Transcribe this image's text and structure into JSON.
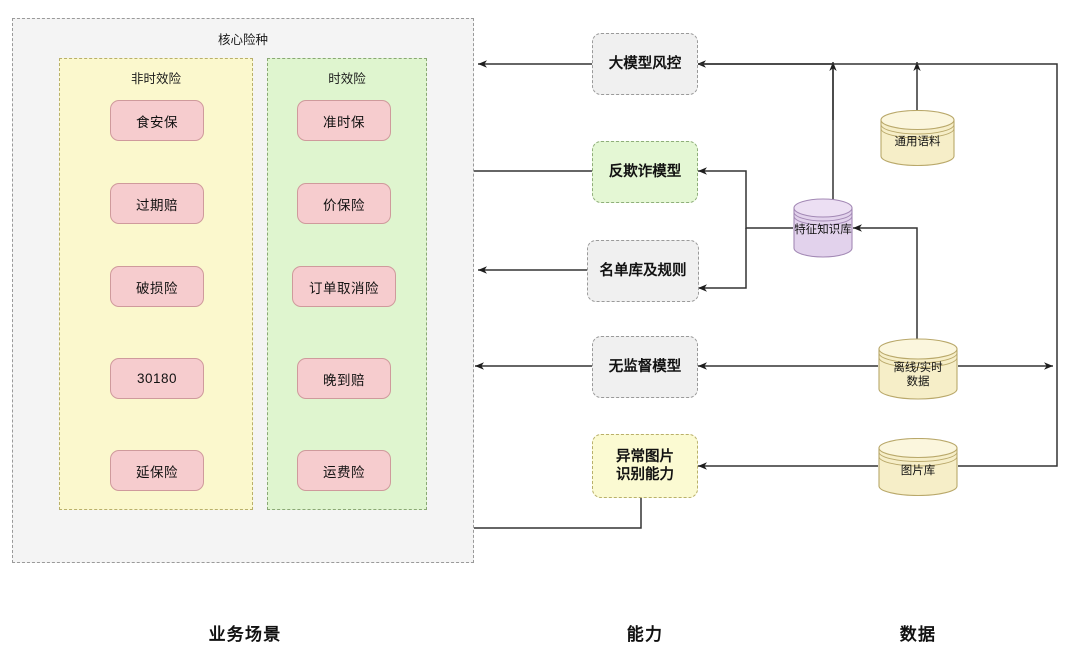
{
  "diagram": {
    "title_visible": false,
    "colors": {
      "chip_fill": "#f6ccce",
      "chip_stroke": "#cf9a9c",
      "group_fill": "#f4f4f4",
      "yellow_fill": "#fbf8cd",
      "green_fill": "#dff5cf",
      "cap_grey": "#f0f0f0",
      "cap_green": "#e4f7d4",
      "cap_yellow": "#fbfad2",
      "cyl_yellow": "#f6eec8",
      "cyl_purple": "#e2d2ec",
      "line": "#333333"
    }
  },
  "business_scenarios": {
    "group_title": "核心险种",
    "subgroups": [
      {
        "title": "非时效险",
        "items": [
          "食安保",
          "过期赔",
          "破损险",
          "30180",
          "延保险"
        ]
      },
      {
        "title": "时效险",
        "items": [
          "准时保",
          "价保险",
          "订单取消险",
          "晚到赔",
          "运费险"
        ]
      }
    ]
  },
  "capabilities": {
    "items": [
      {
        "label": "大模型风控",
        "style": "grey"
      },
      {
        "label": "反欺诈模型",
        "style": "green"
      },
      {
        "label": "名单库及规则",
        "style": "grey"
      },
      {
        "label": "无监督模型",
        "style": "grey"
      },
      {
        "label": "异常图片\n识别能力",
        "style": "yellow"
      }
    ]
  },
  "data_stores": {
    "items": [
      {
        "label": "通用语料",
        "style": "yellow"
      },
      {
        "label": "特征知识库",
        "style": "purple"
      },
      {
        "label": "离线/实时\n数据",
        "style": "yellow"
      },
      {
        "label": "图片库",
        "style": "yellow"
      }
    ]
  },
  "column_captions": [
    "业务场景",
    "能力",
    "数据"
  ]
}
